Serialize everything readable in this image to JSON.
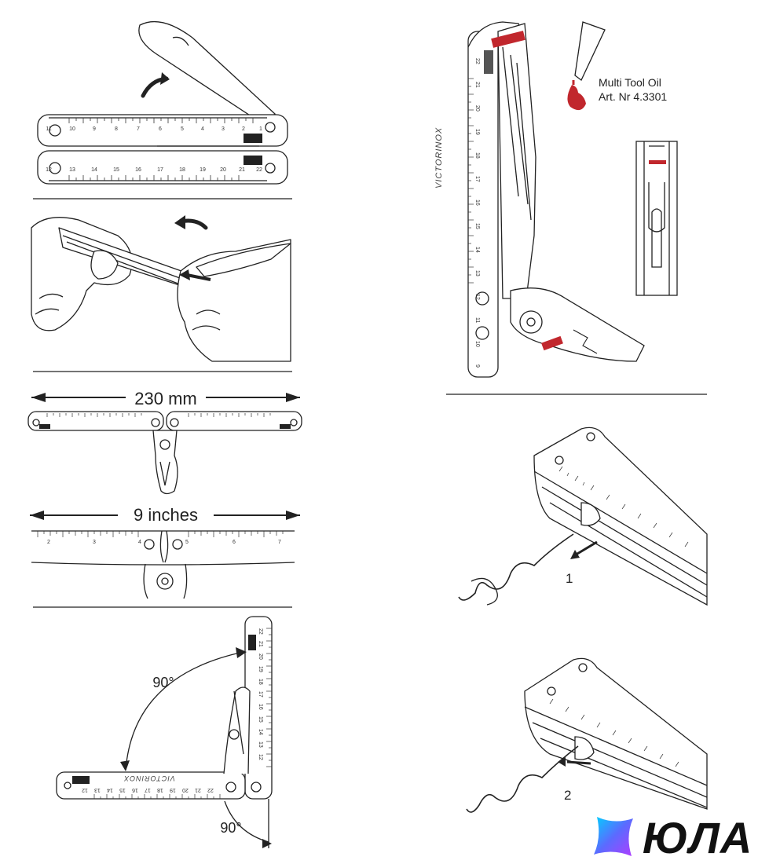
{
  "panels": {
    "length_metric": {
      "value": "230 mm"
    },
    "length_imperial": {
      "value": "9 inches"
    },
    "angle": {
      "label_top": "90°",
      "label_bottom": "90°"
    },
    "ruler_scale": {
      "top_row": [
        "11",
        "10",
        "9",
        "8",
        "7",
        "6",
        "5",
        "4",
        "3",
        "2",
        "1"
      ],
      "bottom_row": [
        "12",
        "13",
        "14",
        "15",
        "16",
        "17",
        "18",
        "19",
        "20",
        "21",
        "22"
      ],
      "inch_row": [
        "2",
        "3",
        "4",
        "5",
        "6",
        "7"
      ],
      "vertical_row": [
        "22",
        "21",
        "20",
        "19",
        "18",
        "17",
        "16",
        "15",
        "14",
        "13",
        "12",
        "11",
        "10",
        "9"
      ],
      "l_square_row": [
        "12",
        "13",
        "14",
        "15",
        "16",
        "17",
        "18",
        "19",
        "20",
        "21",
        "22"
      ]
    },
    "brand": "VICTORINOX",
    "brand_mirrored": "VICTORINOX",
    "oil": {
      "line1": "Multi Tool Oil",
      "line2": "Art. Nr 4.3301"
    },
    "corkscrew_steps": {
      "step1": "1",
      "step2": "2"
    }
  },
  "watermark": {
    "text": "ЮЛА"
  },
  "colors": {
    "accent_red": "#c1272d",
    "line": "#222222",
    "logo_cyan": "#00c2ff",
    "logo_violet": "#8a3cff"
  }
}
